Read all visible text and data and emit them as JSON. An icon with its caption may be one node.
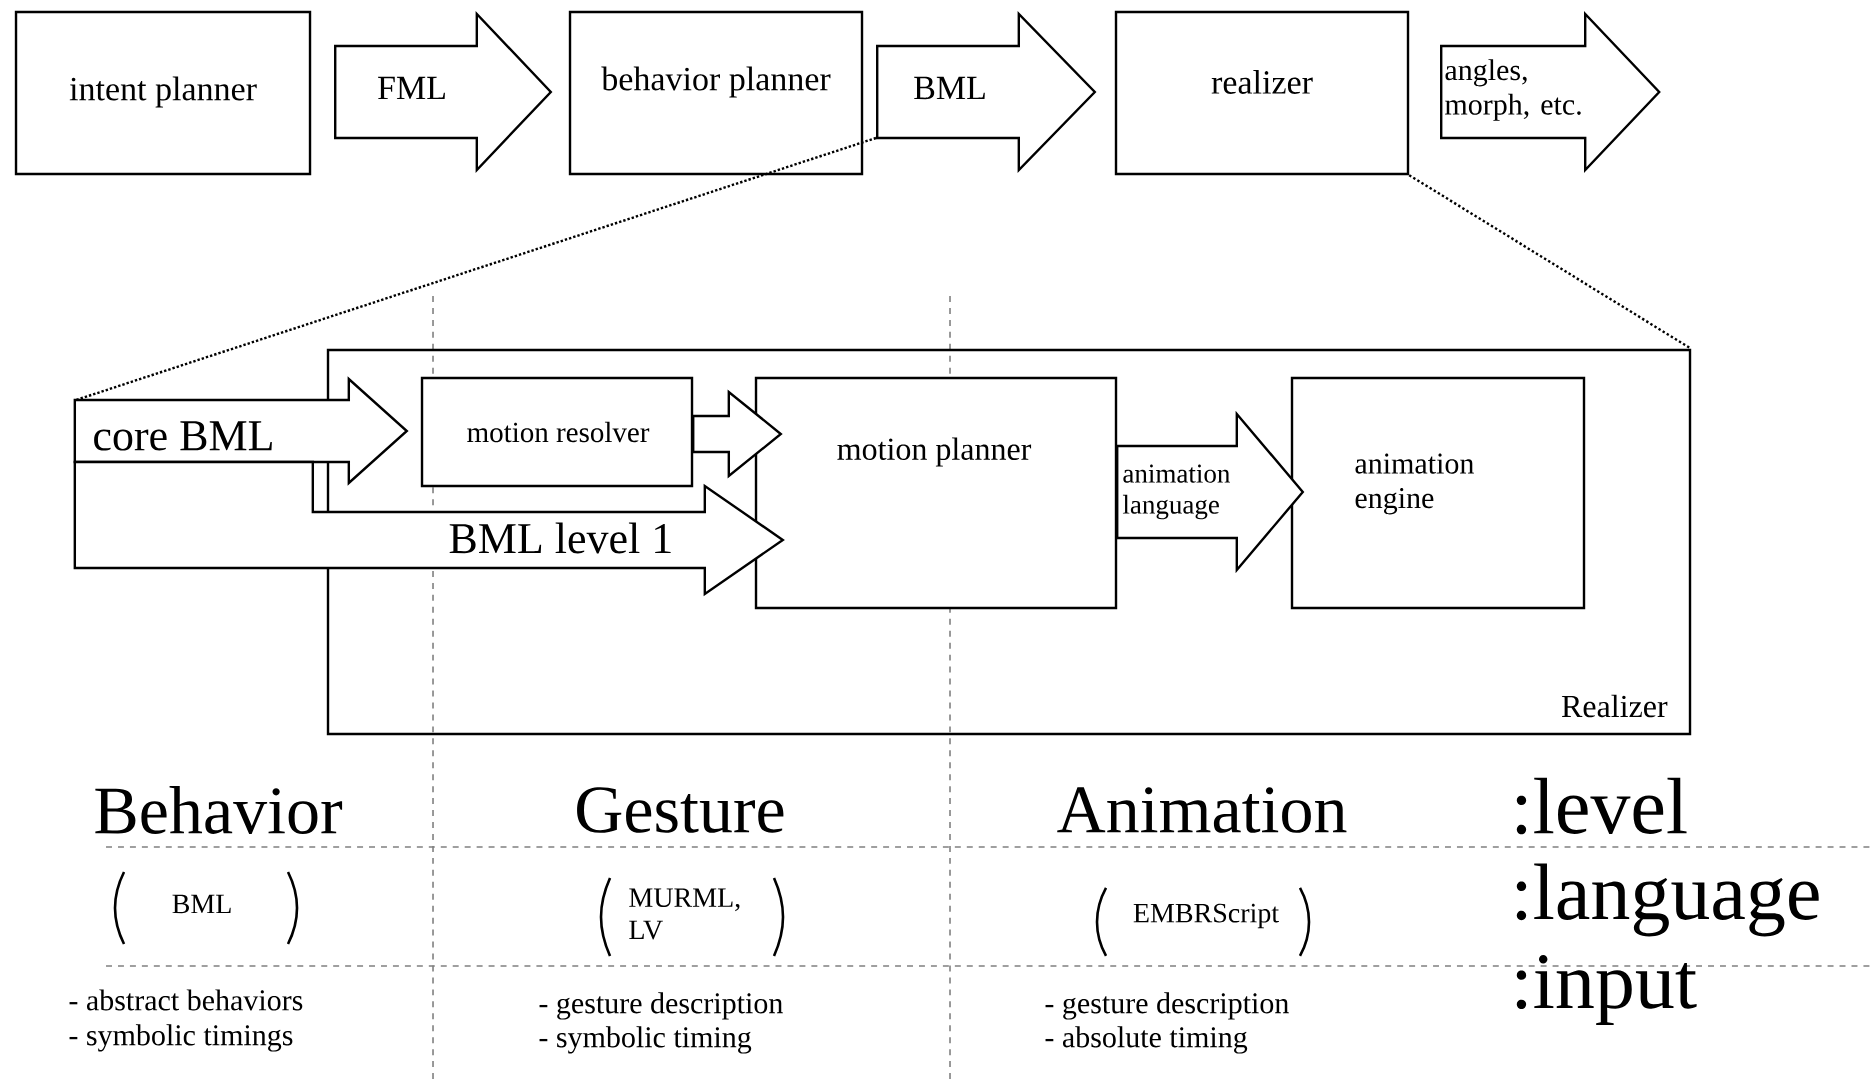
{
  "diagram": {
    "nodes": [
      {
        "text": [
          "intent planner"
        ]
      },
      {
        "text": [
          "behavior planner"
        ]
      },
      {
        "text": [
          "realizer"
        ]
      },
      {
        "text": [
          "Realizer"
        ]
      },
      {
        "text": [
          "motion resolver"
        ],
        "in": 3
      },
      {
        "text": [
          "motion planner"
        ],
        "in": 3
      },
      {
        "text": [
          "animation engine"
        ],
        "in": 3
      }
    ],
    "edges": [
      {
        "from": 0,
        "to": 1,
        "arrow": "to",
        "label": "FML"
      },
      {
        "from": 1,
        "to": 2,
        "arrow": "to",
        "label": "BML"
      },
      {
        "from": 2,
        "to": null,
        "arrow": "to",
        "label": "angles, morph, etc."
      },
      {
        "from": null,
        "to": 4,
        "arrow": "to",
        "label": "core BML"
      },
      {
        "from": 4,
        "to": 5,
        "arrow": "to"
      },
      {
        "from": null,
        "to": 5,
        "arrow": "to",
        "label": "BML level 1"
      },
      {
        "from": 5,
        "to": 6,
        "arrow": "to",
        "label": "animation language"
      },
      {
        "from": 2,
        "to": 3,
        "arrow": "none",
        "style": "dashed"
      }
    ],
    "labels": [
      "Behavior",
      "Gesture",
      "Animation",
      ":level",
      "BML",
      "MURML, LV",
      "EMBRScript",
      ":language",
      "- abstract behaviors",
      "- symbolic timings",
      "- gesture description",
      "- symbolic timing",
      "- gesture description",
      "- absolute timing",
      ":input"
    ]
  }
}
